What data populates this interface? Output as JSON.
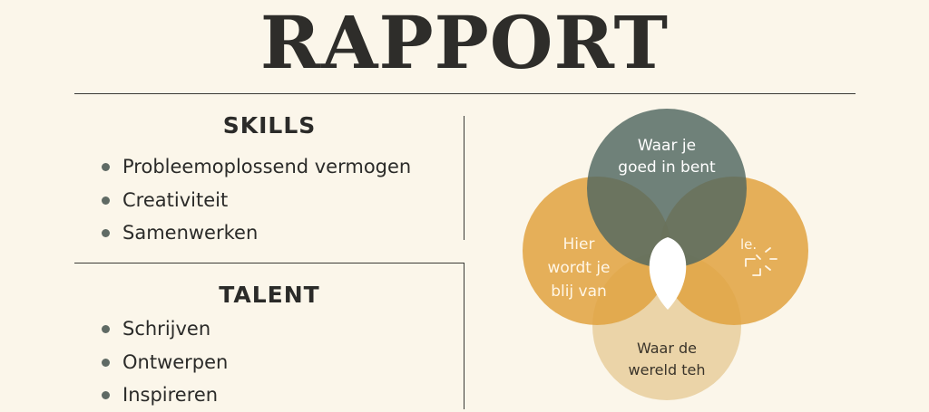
{
  "title": "RAPPORT",
  "skills": {
    "heading": "SKILLS",
    "items": [
      "Probleemoplossend vermogen",
      "Creativiteit",
      "Samenwerken"
    ]
  },
  "talent": {
    "heading": "TALENT",
    "items": [
      "Schrijven",
      "Ontwerpen",
      "Inspireren"
    ]
  },
  "venn": {
    "top": {
      "line1": "Waar je",
      "line2": "goed in bent",
      "color": "#4f6660"
    },
    "left": {
      "line1": "Hier",
      "line2": "wordt je",
      "line3": "blij van",
      "color": "#e0a23f"
    },
    "right": {
      "label": "le.",
      "color": "#e0a23f"
    },
    "bottom": {
      "line1": "Waar de",
      "line2": "wereld teh",
      "color": "#e8ce9c"
    },
    "center_color": "#ffffff"
  }
}
